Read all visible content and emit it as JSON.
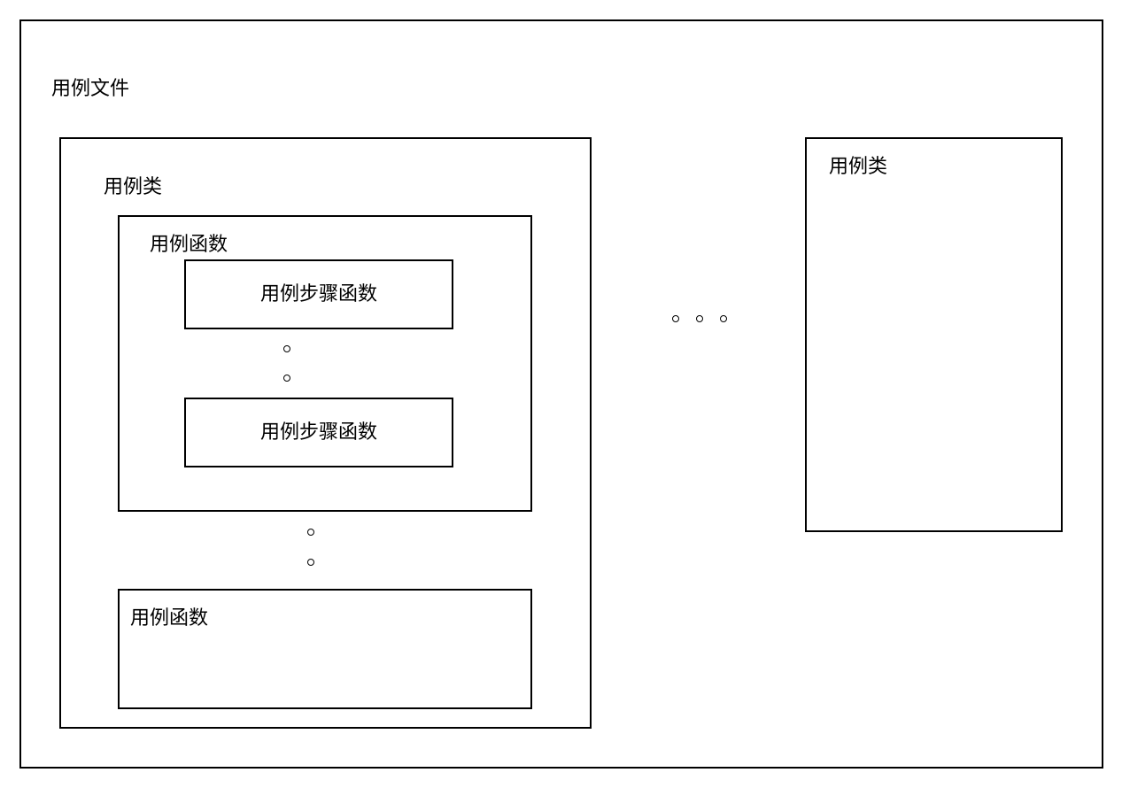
{
  "diagram": {
    "file": {
      "label": "用例文件"
    },
    "class_main": {
      "label": "用例类",
      "function_first": {
        "label": "用例函数",
        "steps": [
          {
            "label": "用例步骤函数"
          },
          {
            "label": "用例步骤函数"
          }
        ]
      },
      "function_last": {
        "label": "用例函数"
      }
    },
    "class_other": {
      "label": "用例类"
    }
  }
}
